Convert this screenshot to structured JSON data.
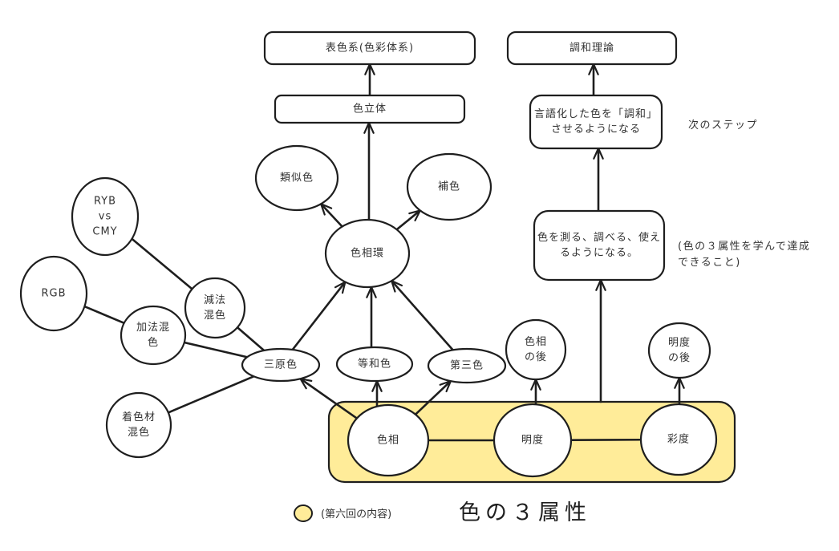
{
  "diagram": {
    "title": "色の３属性",
    "group": {
      "name": "three-attributes-group",
      "fill": "#ffec99"
    },
    "legend": {
      "swatch_color": "#ffec99",
      "label": "(第六回の内容)"
    },
    "notes": [
      {
        "id": "next-step-note",
        "lines": [
          "次のステップ"
        ]
      },
      {
        "id": "achievement-note",
        "lines": [
          "(色の３属性を学んで達成",
          "できること)"
        ]
      }
    ],
    "nodes": [
      {
        "id": "hyoshokukei",
        "shape": "rect",
        "lines": [
          "表色系(色彩体系)"
        ]
      },
      {
        "id": "chowa-riron",
        "shape": "rect",
        "lines": [
          "調和理論"
        ]
      },
      {
        "id": "shokurittai",
        "shape": "rect",
        "lines": [
          "色立体"
        ]
      },
      {
        "id": "gengoka",
        "shape": "rect",
        "lines": [
          "言語化した色を「調和」",
          "させるようになる"
        ]
      },
      {
        "id": "hakaru",
        "shape": "rect",
        "lines": [
          "色を測る、調べる、使え",
          "るようになる。"
        ]
      },
      {
        "id": "ruijishoku",
        "shape": "ellipse",
        "lines": [
          "類似色"
        ]
      },
      {
        "id": "hoshoku",
        "shape": "ellipse",
        "lines": [
          "補色"
        ]
      },
      {
        "id": "shikisokan",
        "shape": "ellipse",
        "lines": [
          "色相環"
        ]
      },
      {
        "id": "ryb-cmy",
        "shape": "ellipse",
        "lines": [
          "RYB",
          "vs",
          "CMY"
        ]
      },
      {
        "id": "rgb",
        "shape": "ellipse",
        "lines": [
          "RGB"
        ]
      },
      {
        "id": "genpo",
        "shape": "ellipse",
        "lines": [
          "減法",
          "混色"
        ]
      },
      {
        "id": "kaho",
        "shape": "ellipse",
        "lines": [
          "加法混",
          "色"
        ]
      },
      {
        "id": "sangenshoku",
        "shape": "ellipse",
        "lines": [
          "三原色"
        ]
      },
      {
        "id": "towashoku",
        "shape": "ellipse",
        "lines": [
          "等和色"
        ]
      },
      {
        "id": "daisanshoku",
        "shape": "ellipse",
        "lines": [
          "第三色"
        ]
      },
      {
        "id": "chakushoku",
        "shape": "ellipse",
        "lines": [
          "着色材",
          "混色"
        ]
      },
      {
        "id": "shikiso-ato",
        "shape": "ellipse",
        "lines": [
          "色相",
          "の後"
        ]
      },
      {
        "id": "meido-ato",
        "shape": "ellipse",
        "lines": [
          "明度",
          "の後"
        ]
      },
      {
        "id": "shikiso",
        "shape": "ellipse",
        "lines": [
          "色相"
        ]
      },
      {
        "id": "meido",
        "shape": "ellipse",
        "lines": [
          "明度"
        ]
      },
      {
        "id": "saido",
        "shape": "ellipse",
        "lines": [
          "彩度"
        ]
      }
    ],
    "edges": [
      {
        "from": "shokurittai",
        "to": "hyoshokukei",
        "arrow": true
      },
      {
        "from": "shikisokan",
        "to": "shokurittai",
        "arrow": true
      },
      {
        "from": "gengoka",
        "to": "chowa-riron",
        "arrow": true
      },
      {
        "from": "hakaru",
        "to": "gengoka",
        "arrow": true
      },
      {
        "from": "shikisokan",
        "to": "ruijishoku",
        "arrow": true
      },
      {
        "from": "shikisokan",
        "to": "hoshoku",
        "arrow": true
      },
      {
        "from": "sangenshoku",
        "to": "shikisokan",
        "arrow": true
      },
      {
        "from": "towashoku",
        "to": "shikisokan",
        "arrow": true
      },
      {
        "from": "daisanshoku",
        "to": "shikisokan",
        "arrow": true
      },
      {
        "from": "ryb-cmy",
        "to": "genpo",
        "arrow": false
      },
      {
        "from": "genpo",
        "to": "sangenshoku",
        "arrow": false
      },
      {
        "from": "rgb",
        "to": "kaho",
        "arrow": false
      },
      {
        "from": "kaho",
        "to": "sangenshoku",
        "arrow": false
      },
      {
        "from": "chakushoku",
        "to": "sangenshoku",
        "arrow": false
      },
      {
        "from": "shikiso",
        "to": "sangenshoku",
        "arrow": true
      },
      {
        "from": "shikiso",
        "to": "towashoku",
        "arrow": true
      },
      {
        "from": "shikiso",
        "to": "daisanshoku",
        "arrow": true
      },
      {
        "from": "meido",
        "to": "shikiso-ato",
        "arrow": true
      },
      {
        "from": "saido",
        "to": "meido-ato",
        "arrow": true
      },
      {
        "from": "group",
        "to": "hakaru",
        "arrow": true
      },
      {
        "from": "shikiso",
        "to": "meido",
        "arrow": false
      },
      {
        "from": "meido",
        "to": "saido",
        "arrow": false
      }
    ]
  }
}
